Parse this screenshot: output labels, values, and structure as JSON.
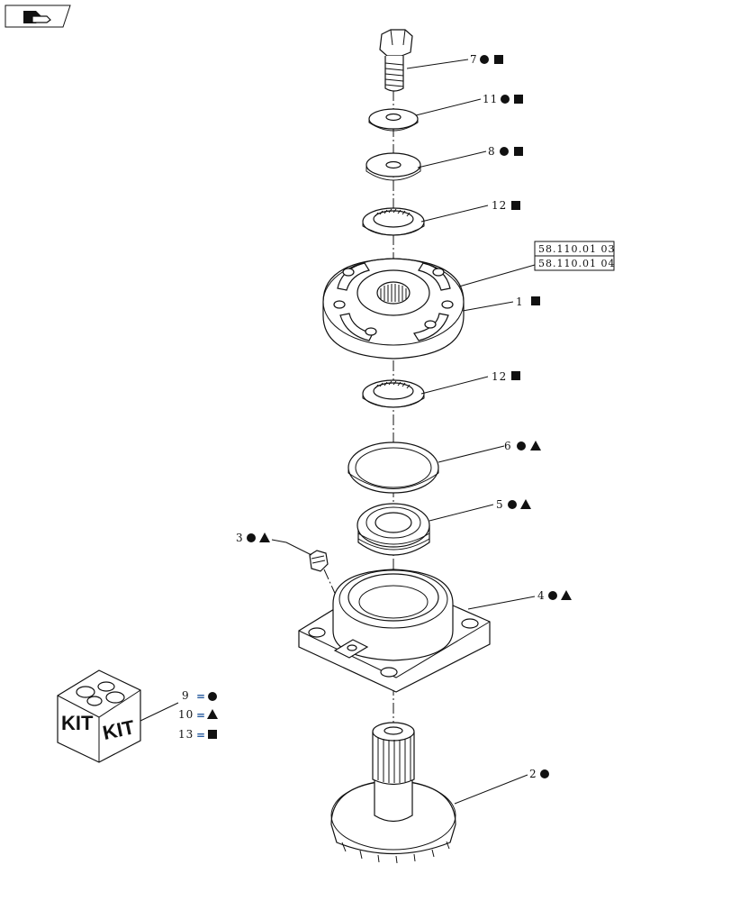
{
  "callouts": [
    {
      "num": "7",
      "symbols": [
        "circle",
        "square"
      ]
    },
    {
      "num": "11",
      "symbols": [
        "circle",
        "square"
      ]
    },
    {
      "num": "8",
      "symbols": [
        "circle",
        "square"
      ]
    },
    {
      "num": "12",
      "symbols": [
        "square"
      ]
    },
    {
      "num": "1",
      "symbols": [
        "square"
      ]
    },
    {
      "num": "12",
      "symbols": [
        "square"
      ]
    },
    {
      "num": "6",
      "symbols": [
        "circle",
        "triangle"
      ]
    },
    {
      "num": "5",
      "symbols": [
        "circle",
        "triangle"
      ]
    },
    {
      "num": "3",
      "symbols": [
        "circle",
        "triangle"
      ]
    },
    {
      "num": "4",
      "symbols": [
        "circle",
        "triangle"
      ]
    },
    {
      "num": "2",
      "symbols": [
        "circle"
      ]
    }
  ],
  "references": [
    "58.110.01 03",
    "58.110.01 04"
  ],
  "kit_legend": [
    {
      "num": "9",
      "symbol": "circle"
    },
    {
      "num": "10",
      "symbol": "triangle"
    },
    {
      "num": "13",
      "symbol": "square"
    }
  ],
  "kit_labels": [
    "KIT",
    "KIT"
  ],
  "equals_sign": "="
}
